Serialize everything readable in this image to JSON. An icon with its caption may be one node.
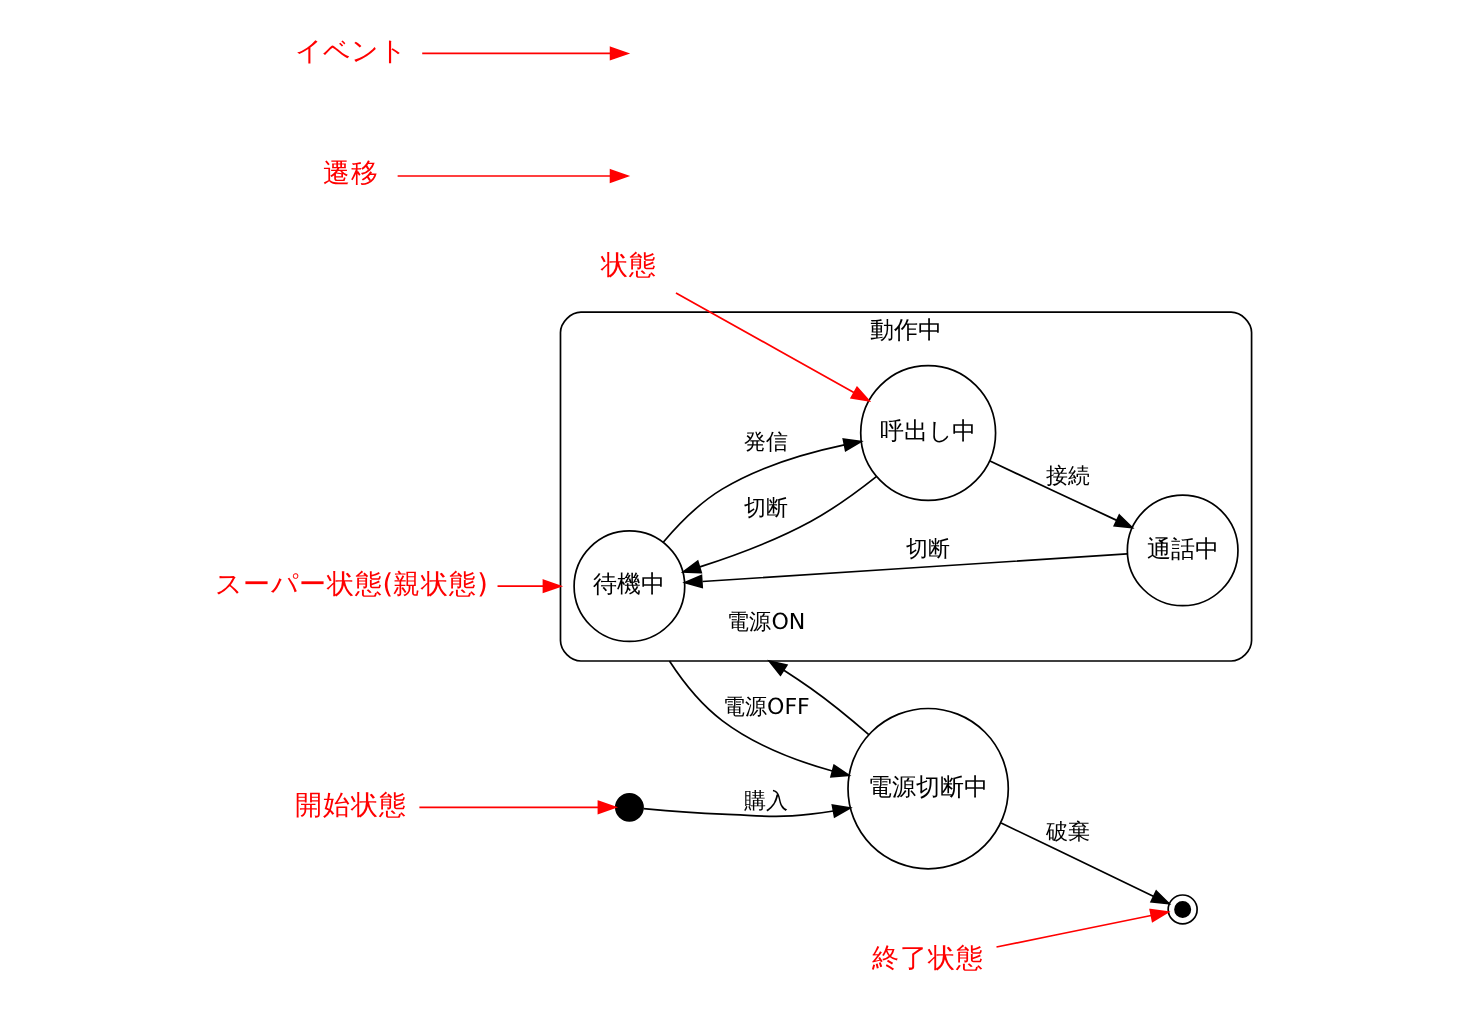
{
  "diagram": {
    "nodes": [
      {
        "text": [
          "開始状態"
        ]
      },
      {
        "text": [],
        "shape": "circle"
      },
      {
        "text": [
          "電源切断中"
        ]
      },
      {
        "text": [],
        "shape": "circle"
      },
      {
        "text": [
          "終了状態"
        ]
      },
      {
        "text": [
          "動作中"
        ]
      },
      {
        "text": [
          "待機中"
        ],
        "in": 5
      },
      {
        "text": [
          "呼出し中"
        ],
        "in": 5
      },
      {
        "text": [
          "通話中"
        ],
        "in": 5
      },
      {
        "text": [
          "状態"
        ]
      },
      {
        "text": [
          "遷移"
        ]
      },
      {
        "text": [
          "イベント"
        ]
      },
      {
        "text": [
          "スーパー状態(親状態)"
        ]
      }
    ],
    "edges": [
      {
        "from": 1,
        "to": 2,
        "arrow": "to",
        "label": "購入"
      },
      {
        "from": 2,
        "to": 5,
        "arrow": "to",
        "label": "電源ON"
      },
      {
        "from": 5,
        "to": 2,
        "arrow": "to",
        "label": "電源OFF"
      },
      {
        "from": 2,
        "to": 3,
        "arrow": "to",
        "label": "破棄"
      },
      {
        "from": 6,
        "to": 7,
        "arrow": "to",
        "label": "発信"
      },
      {
        "from": 7,
        "to": 6,
        "arrow": "to",
        "label": "切断"
      },
      {
        "from": 7,
        "to": 8,
        "arrow": "to",
        "label": "接続"
      },
      {
        "from": 8,
        "to": 6,
        "arrow": "to",
        "label": "切断"
      },
      {
        "from": 0,
        "to": 1,
        "arrow": "to",
        "color": "#ff0000"
      },
      {
        "from": 4,
        "to": 3,
        "arrow": "to",
        "color": "#ff0000"
      },
      {
        "from": 9,
        "to": 7,
        "arrow": "to",
        "color": "#ff0000"
      },
      {
        "from": 10,
        "to": null,
        "arrow": "to",
        "color": "#ff0000"
      },
      {
        "from": 11,
        "to": null,
        "arrow": "to",
        "color": "#ff0000"
      },
      {
        "from": 12,
        "to": 5,
        "arrow": "to",
        "color": "#ff0000"
      }
    ]
  }
}
